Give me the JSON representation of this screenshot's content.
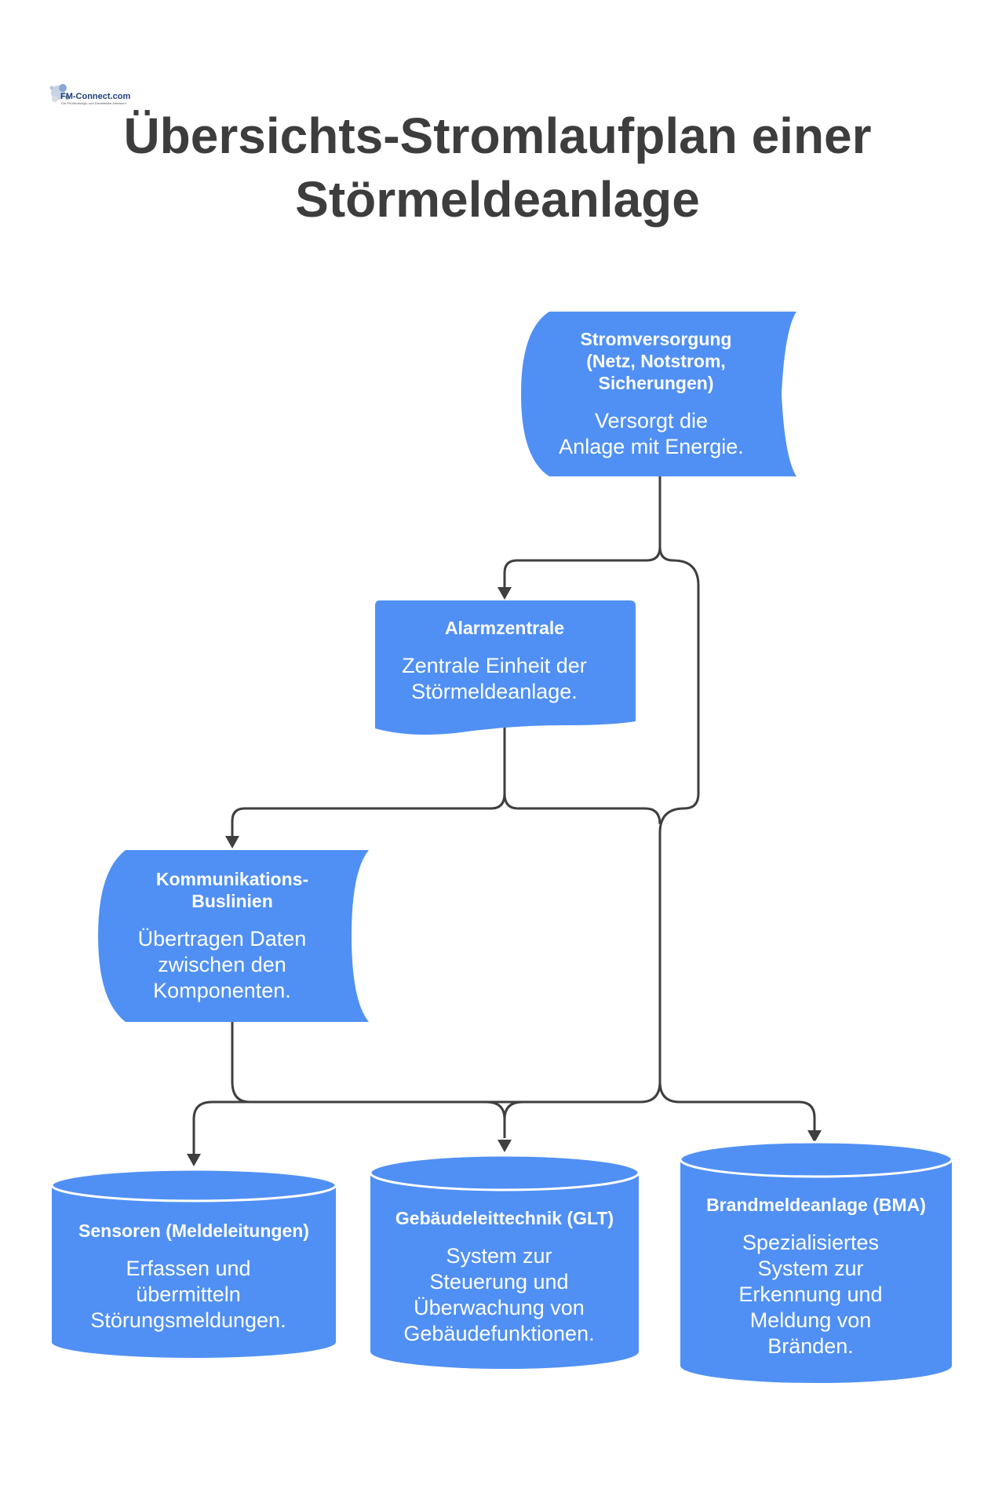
{
  "title_lines": [
    "Übersichts-Stromlaufplan einer",
    "Störmeldeanlage"
  ],
  "logo": {
    "name": "FM-Connect.com",
    "tagline": "Die FM-Beratungs- und Dienstleister-Netzwerk"
  },
  "colors": {
    "node_fill": "#5090f4",
    "edge": "#3f3f3f",
    "title": "#3d3d3d",
    "text": "#ffffff"
  },
  "nodes": {
    "stromversorgung": {
      "title_lines": [
        "Stromversorgung",
        "(Netz, Notstrom,",
        "Sicherungen)"
      ],
      "desc_lines": [
        "Versorgt die",
        "Anlage mit Energie."
      ]
    },
    "alarmzentrale": {
      "title_lines": [
        "Alarmzentrale"
      ],
      "desc_lines": [
        "Zentrale Einheit der",
        "Störmeldeanlage."
      ]
    },
    "kommunikation": {
      "title_lines": [
        "Kommunikations-",
        "Buslinien"
      ],
      "desc_lines": [
        "Übertragen Daten",
        "zwischen den",
        "Komponenten."
      ]
    },
    "sensoren": {
      "title_lines": [
        "Sensoren (Meldeleitungen)"
      ],
      "desc_lines": [
        "Erfassen und",
        "übermitteln",
        "Störungsmeldungen."
      ]
    },
    "glt": {
      "title_lines": [
        "Gebäudeleittechnik (GLT)"
      ],
      "desc_lines": [
        "System zur",
        "Steuerung und",
        "Überwachung von",
        "Gebäudefunktionen."
      ]
    },
    "bma": {
      "title_lines": [
        "Brandmeldeanlage (BMA)"
      ],
      "desc_lines": [
        "Spezialisiertes",
        "System zur",
        "Erkennung und",
        "Meldung von",
        "Bränden."
      ]
    }
  }
}
